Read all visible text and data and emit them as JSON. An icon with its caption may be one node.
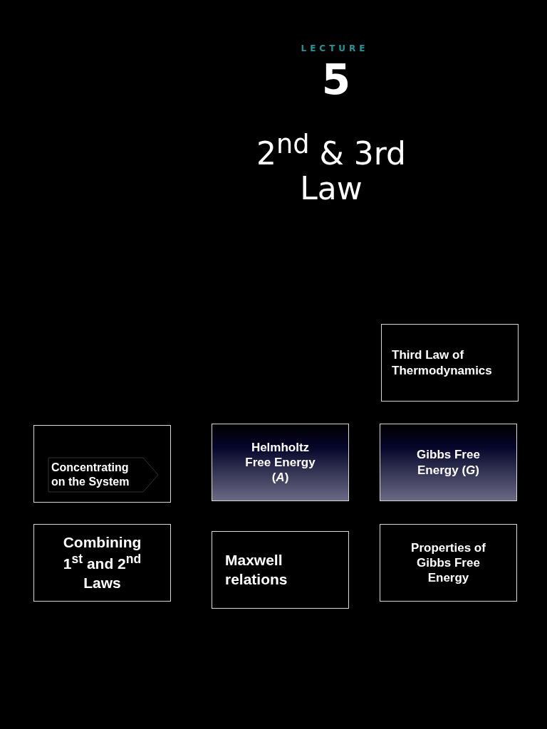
{
  "diagram": {
    "title": "2$^{nd}$ & 3rd Law",
    "nodes": [
      {
        "text": [
          "Third Law of Thermodynamics"
        ]
      },
      {
        "text": [],
        "shape": "box"
      },
      {
        "text": [
          "Concentrating on the System"
        ],
        "in": 1
      },
      {
        "text": [
          "Helmholtz Free Energy (*A*)"
        ]
      },
      {
        "text": [
          "Gibbs Free Energy (*G*)"
        ]
      },
      {
        "text": [
          "Combining 1$^{st}$ and 2$^{nd}$ Laws"
        ]
      },
      {
        "text": [
          "Maxwell relations"
        ]
      },
      {
        "text": [
          "Properties of Gibbs Free Energy"
        ]
      }
    ],
    "labels": [
      "LECTURE",
      "5"
    ]
  }
}
